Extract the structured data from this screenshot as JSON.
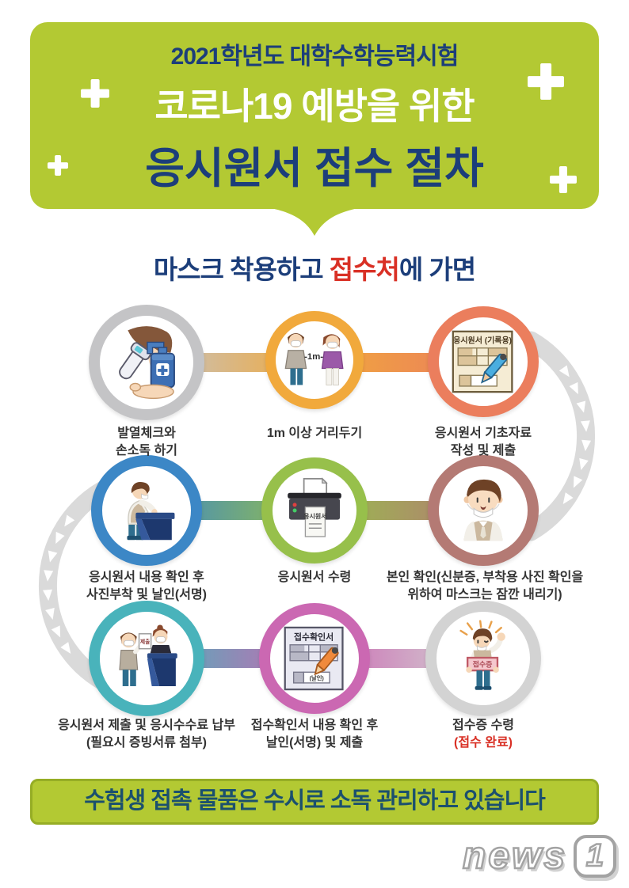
{
  "header": {
    "title_line1": "2021학년도 대학수학능력시험",
    "title_line2": "코로나19 예방을 위한",
    "title_line3": "응시원서 접수 절차",
    "bg_color": "#b3c933",
    "navy": "#1c3e7a"
  },
  "subtitle": {
    "pre": "마스크 착용하고 ",
    "highlight": "접수처",
    "post": "에 가면",
    "navy_color": "#1c3e7a",
    "red_color": "#d93025"
  },
  "steps": [
    {
      "label_line1": "발열체크와",
      "label_line2": "손소독 하기",
      "ring_color": "#c4c4c6",
      "icon": "thermometer-sanitizer-icon"
    },
    {
      "label_line1": "1m 이상 거리두기",
      "label_line2": "",
      "ring_color": "#f1a93c",
      "icon": "social-distancing-icon",
      "icon_text": "-1m-"
    },
    {
      "label_line1": "응시원서 기초자료",
      "label_line2": "작성 및 제출",
      "ring_color": "#eb7e5d",
      "icon": "application-form-icon",
      "icon_text": "응시원서 (기록용)"
    },
    {
      "label_line1": "본인 확인(신분증, 부착용 사진 확인을",
      "label_line2": "위하여 마스크는 잠깐 내리기)",
      "ring_color": "#b47a74",
      "icon": "mask-down-face-icon"
    },
    {
      "label_line1": "응시원서 수령",
      "label_line2": "",
      "ring_color": "#97c04b",
      "icon": "printer-icon",
      "icon_text": "응시원서"
    },
    {
      "label_line1": "응시원서 내용 확인 후",
      "label_line2": "사진부착 및 날인(서명)",
      "ring_color": "#3c87c6",
      "icon": "desk-writing-icon"
    },
    {
      "label_line1": "응시원서 제출 및 응시수수료 납부",
      "label_line2": "(필요시 증빙서류 첨부)",
      "ring_color": "#49b3bb",
      "icon": "counter-submit-icon",
      "icon_text": "제출"
    },
    {
      "label_line1": "접수확인서 내용 확인 후",
      "label_line2": "날인(서명) 및 제출",
      "ring_color": "#cb68b2",
      "icon": "receipt-form-icon",
      "icon_text": "접수확인서",
      "icon_text2": "(날인)"
    },
    {
      "label_line1": "접수증 수령",
      "label_line2": "",
      "label_red": "(접수 완료)",
      "ring_color": "#d3d3d3",
      "icon": "receipt-celebrate-icon",
      "icon_text": "접수증"
    }
  ],
  "footer": {
    "text": "수험생 접촉 물품은 수시로 소독 관리하고 있습니다"
  },
  "logo": {
    "word": "news",
    "one": "1"
  }
}
